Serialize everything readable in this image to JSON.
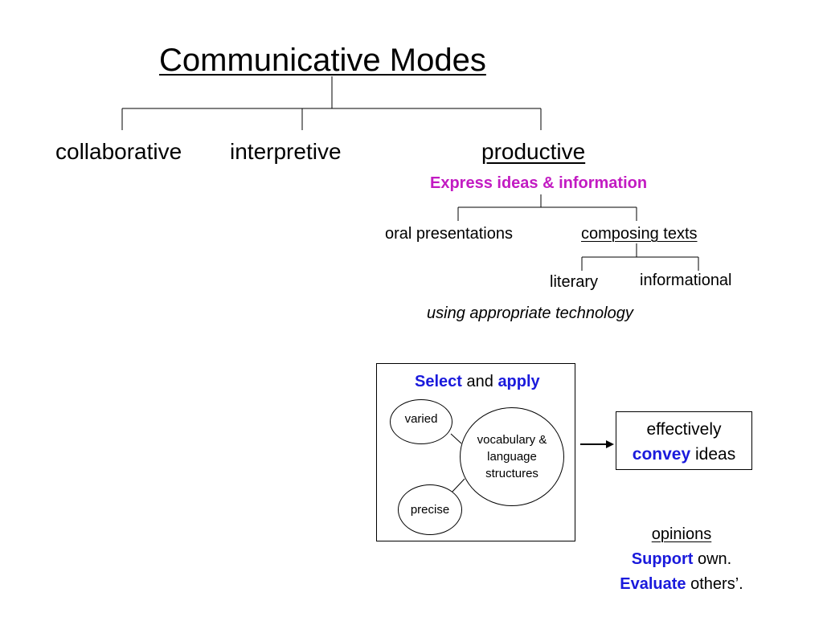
{
  "title": "Communicative Modes",
  "modes": {
    "collaborative": "collaborative",
    "interpretive": "interpretive",
    "productive": "productive"
  },
  "productive_desc": "Express ideas & information",
  "branches": {
    "oral": "oral presentations",
    "composing": "composing texts",
    "literary": "literary",
    "informational": "informational"
  },
  "technology_note": "using appropriate technology",
  "select_box": {
    "select": "Select",
    "and": "and",
    "apply": "apply",
    "center_line1": "vocabulary &",
    "center_line2": "language",
    "center_line3": "structures",
    "varied": "varied",
    "precise": "precise"
  },
  "convey_box": {
    "line1": "effectively",
    "convey": "convey",
    "ideas": "ideas"
  },
  "opinions": {
    "label": "opinions",
    "support": "Support",
    "own": "own.",
    "evaluate": "Evaluate",
    "others": "others’."
  },
  "colors": {
    "blue_keyword": "#1a1adc",
    "magenta": "#c21bc2"
  }
}
